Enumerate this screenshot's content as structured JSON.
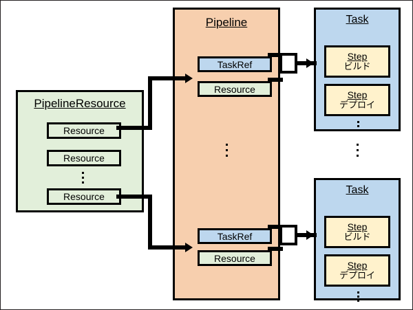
{
  "diagram": {
    "title": "Tekton Pipeline structure diagram",
    "colors": {
      "pipeline_fill": "#F7CFAE",
      "pipeline_resource_fill": "#E2EFDA",
      "task_fill": "#BDD7EE",
      "step_fill": "#FFF2CC",
      "stroke": "#000000",
      "page_background": "#FFFFFF"
    },
    "pipeline_resource": {
      "title": "PipelineResource",
      "resources": [
        {
          "label": "Resource"
        },
        {
          "label": "Resource"
        },
        {
          "label": "Resource"
        }
      ],
      "ellipsis": "⋮"
    },
    "pipeline": {
      "title": "Pipeline",
      "ellipsis": "⋮",
      "entries": [
        {
          "taskref_label": "TaskRef",
          "resource_label": "Resource"
        },
        {
          "taskref_label": "TaskRef",
          "resource_label": "Resource"
        }
      ]
    },
    "tasks": [
      {
        "title": "Task",
        "steps": [
          {
            "title": "Step",
            "subtitle": "ビルド"
          },
          {
            "title": "Step",
            "subtitle": "デプロイ"
          }
        ],
        "ellipsis": "⋮"
      },
      {
        "title": "Task",
        "steps": [
          {
            "title": "Step",
            "subtitle": "ビルド"
          },
          {
            "title": "Step",
            "subtitle": "デプロイ"
          }
        ],
        "ellipsis": "⋮"
      }
    ],
    "between_tasks_ellipsis": "⋮"
  }
}
